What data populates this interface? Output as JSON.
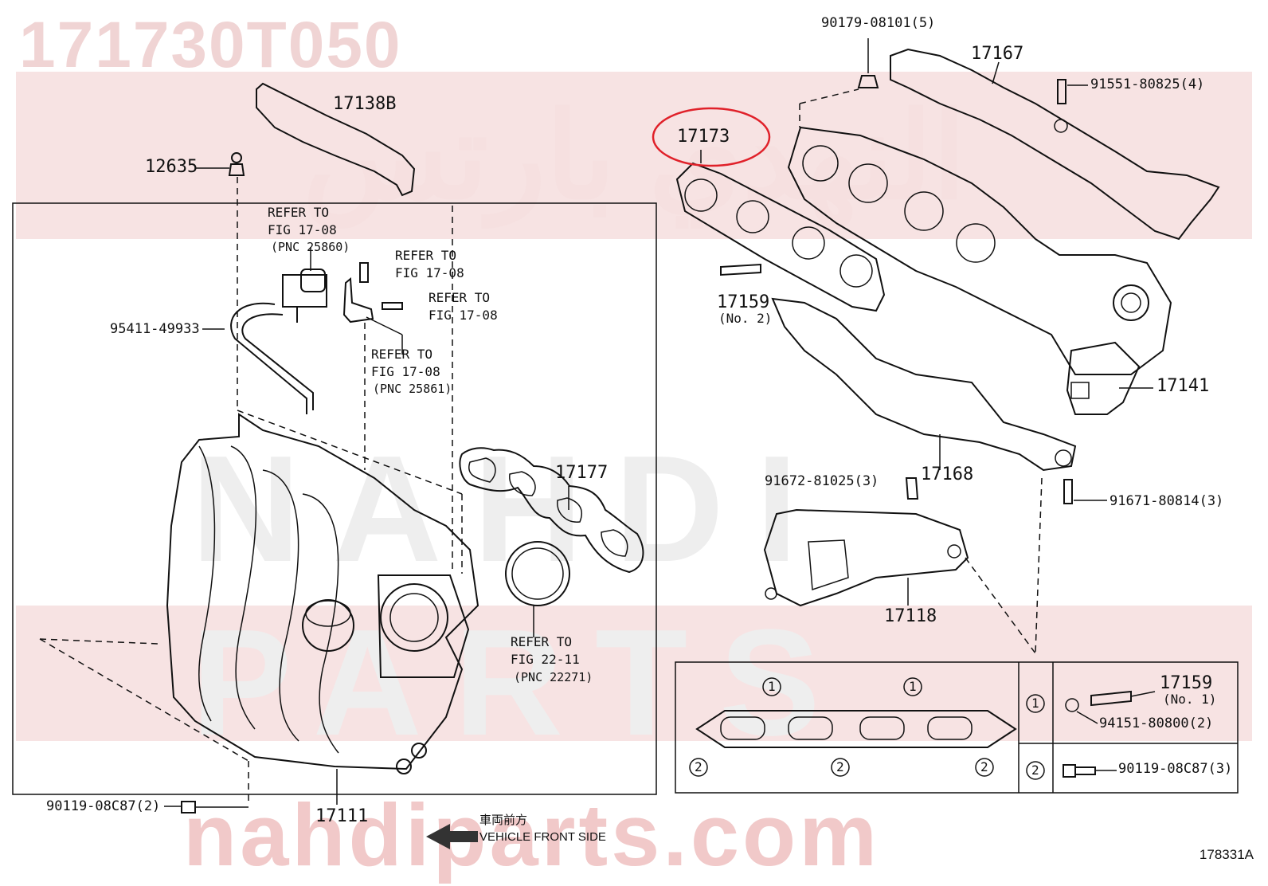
{
  "part_number": "171730T050",
  "watermark": {
    "domain": "nahdiparts.com",
    "brand_latin": "NAHDI PARTS",
    "brand_arabic": "النهدي بارتس"
  },
  "labels": {
    "p17138B": "17138B",
    "p12635": "12635",
    "refer_fig_1708_a": "REFER TO",
    "refer_fig_1708_a2": "FIG 17-08",
    "pnc_25860": "(PNC 25860)",
    "refer_fig_1708_b": "REFER TO",
    "refer_fig_1708_b2": "FIG 17-08",
    "refer_fig_1708_c": "REFER TO",
    "refer_fig_1708_c2": "FIG 17-08",
    "p95411": "95411-49933",
    "refer_fig_1708_d": "REFER TO",
    "refer_fig_1708_d2": "FIG 17-08",
    "pnc_25861": "(PNC 25861)",
    "p17177": "17177",
    "refer_fig_2211": "REFER TO",
    "refer_fig_2211b": "FIG 22-11",
    "pnc_22271": "(PNC 22271)",
    "p90119_2": "90119-08C87(2)",
    "p17111": "17111",
    "p90179": "90179-08101(5)",
    "p17167": "17167",
    "p91551": "91551-80825(4)",
    "p17173": "17173",
    "p17159_no2": "17159",
    "no2": "(No. 2)",
    "p17141": "17141",
    "p91672": "91672-81025(3)",
    "p17168": "17168",
    "p91671": "91671-80814(3)",
    "p17118": "17118",
    "p17159_no1": "17159",
    "no1": "(No. 1)",
    "p94151": "94151-80800(2)",
    "p90119_3": "90119-08C87(3)",
    "circle1": "1",
    "circle2": "2"
  },
  "direction": {
    "jp": "車両前方",
    "en": "VEHICLE FRONT SIDE"
  },
  "diagram_id": "178331A",
  "colors": {
    "highlight": "#e0212a",
    "watermark": "#f1cccc",
    "ink": "#111111"
  }
}
